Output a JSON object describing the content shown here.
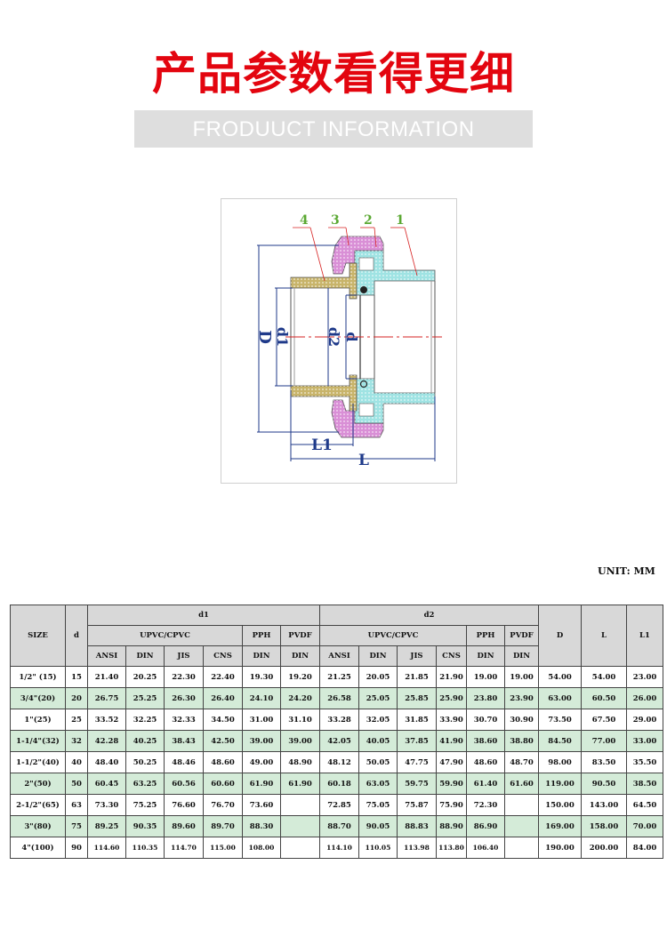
{
  "header": {
    "title": "产品参数看得更细",
    "subtitle": "FRODUUCT INFORMATION"
  },
  "diagram": {
    "part_labels": [
      "4",
      "3",
      "2",
      "1"
    ],
    "dimension_labels": {
      "D": "D",
      "d1": "d1",
      "d2": "d2",
      "d": "d",
      "L1": "L1",
      "L": "L"
    },
    "colors": {
      "part1": "#9fe3e3",
      "part2": "#d98fd6",
      "part3": "#d98fd6",
      "part4": "#c8b46a",
      "dimension": "#1f3a8a",
      "centerline": "#d62020",
      "leader": "#d62020",
      "label": "#5aa832"
    }
  },
  "table": {
    "unit": "UNIT: MM",
    "headers": {
      "size": "SIZE",
      "d": "d",
      "d1": "d1",
      "d2": "d2",
      "upvc": "UPVC/CPVC",
      "pph": "PPH",
      "pvdf": "PVDF",
      "D": "D",
      "L": "L",
      "L1": "L1",
      "sub": [
        "ANSI",
        "DIN",
        "JIS",
        "CNS",
        "DIN",
        "DIN"
      ]
    },
    "rows": [
      [
        "1/2\" (15)",
        "15",
        "21.40",
        "20.25",
        "22.30",
        "22.40",
        "19.30",
        "19.20",
        "21.25",
        "20.05",
        "21.85",
        "21.90",
        "19.00",
        "19.00",
        "54.00",
        "54.00",
        "23.00"
      ],
      [
        "3/4\"(20)",
        "20",
        "26.75",
        "25.25",
        "26.30",
        "26.40",
        "24.10",
        "24.20",
        "26.58",
        "25.05",
        "25.85",
        "25.90",
        "23.80",
        "23.90",
        "63.00",
        "60.50",
        "26.00"
      ],
      [
        "1\"(25)",
        "25",
        "33.52",
        "32.25",
        "32.33",
        "34.50",
        "31.00",
        "31.10",
        "33.28",
        "32.05",
        "31.85",
        "33.90",
        "30.70",
        "30.90",
        "73.50",
        "67.50",
        "29.00"
      ],
      [
        "1-1/4\"(32)",
        "32",
        "42.28",
        "40.25",
        "38.43",
        "42.50",
        "39.00",
        "39.00",
        "42.05",
        "40.05",
        "37.85",
        "41.90",
        "38.60",
        "38.80",
        "84.50",
        "77.00",
        "33.00"
      ],
      [
        "1-1/2\"(40)",
        "40",
        "48.40",
        "50.25",
        "48.46",
        "48.60",
        "49.00",
        "48.90",
        "48.12",
        "50.05",
        "47.75",
        "47.90",
        "48.60",
        "48.70",
        "98.00",
        "83.50",
        "35.50"
      ],
      [
        "2\"(50)",
        "50",
        "60.45",
        "63.25",
        "60.56",
        "60.60",
        "61.90",
        "61.90",
        "60.18",
        "63.05",
        "59.75",
        "59.90",
        "61.40",
        "61.60",
        "119.00",
        "90.50",
        "38.50"
      ],
      [
        "2-1/2\"(65)",
        "63",
        "73.30",
        "75.25",
        "76.60",
        "76.70",
        "73.60",
        "",
        "72.85",
        "75.05",
        "75.87",
        "75.90",
        "72.30",
        "",
        "150.00",
        "143.00",
        "64.50"
      ],
      [
        "3\"(80)",
        "75",
        "89.25",
        "90.35",
        "89.60",
        "89.70",
        "88.30",
        "",
        "88.70",
        "90.05",
        "88.83",
        "88.90",
        "86.90",
        "",
        "169.00",
        "158.00",
        "70.00"
      ],
      [
        "4\"(100)",
        "90",
        "114.60",
        "110.35",
        "114.70",
        "115.00",
        "108.00",
        "",
        "114.10",
        "110.05",
        "113.98",
        "113.80",
        "106.40",
        "",
        "190.00",
        "200.00",
        "84.00"
      ]
    ],
    "row_colors": {
      "odd": "#ffffff",
      "even": "#d4ebd8",
      "header": "#d8d8d8"
    }
  }
}
